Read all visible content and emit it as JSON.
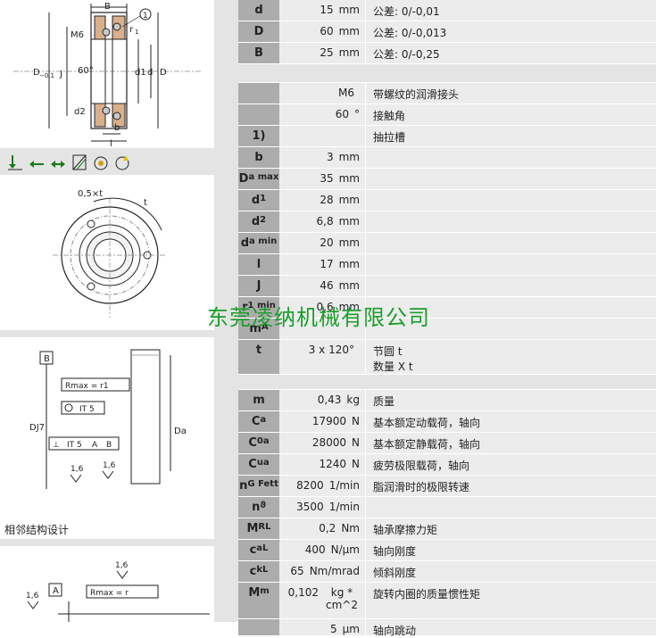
{
  "drawings": {
    "bearing_labels": {
      "B": "B",
      "callout": "1",
      "M6": "M6",
      "r1": "r",
      "r1_sub": "1",
      "D_tol": "D",
      "D_tol_sub": "−0,1",
      "J": "J",
      "angle": "60°",
      "d1": "d1",
      "d": "d",
      "D": "D",
      "d2": "d2",
      "b": "b",
      "l": "l"
    },
    "load_icons": [
      "Fr",
      "Fa",
      "Fa"
    ],
    "flange_labels": {
      "half_t": "0,5×t",
      "t": "t"
    },
    "housing_labels": {
      "datum_B": "B",
      "rmax": "Rmax = r1",
      "circ_tol": "IT 5",
      "DJ7": "DJ7",
      "Da": "Da",
      "perp_tol": "IT 5",
      "perp_A": "A",
      "perp_B": "B",
      "rough1": "1,6",
      "rough2": "1,6"
    },
    "caption": "相邻结构设计",
    "shaft_labels": {
      "rough": "1,6",
      "rough2": "1,6",
      "datum_A": "A",
      "rmax": "Rmax = r"
    }
  },
  "watermark": "东莞凌纳机械有限公司",
  "rows": [
    {
      "key": "d",
      "value": "15",
      "unit": "mm",
      "desc": "公差: 0/-0,01"
    },
    {
      "key": "D",
      "value": "60",
      "unit": "mm",
      "desc": "公差: 0/-0,013"
    },
    {
      "key": "B",
      "value": "25",
      "unit": "mm",
      "desc": "公差: 0/-0,25"
    },
    {
      "blank": true
    },
    {
      "key": "",
      "value": "M6",
      "unit": "",
      "desc": "带螺纹的润滑接头"
    },
    {
      "key": "",
      "value": "60",
      "unit": "°",
      "desc": "接触角"
    },
    {
      "key": "1)",
      "value": "",
      "unit": "",
      "desc": "抽拉槽"
    },
    {
      "key": "b",
      "value": "3",
      "unit": "mm",
      "desc": ""
    },
    {
      "key": "D",
      "sub": "a max",
      "value": "35",
      "unit": "mm",
      "desc": ""
    },
    {
      "key": "d",
      "sub": "1",
      "value": "28",
      "unit": "mm",
      "desc": ""
    },
    {
      "key": "d",
      "sub": "2",
      "value": "6,8",
      "unit": "mm",
      "desc": ""
    },
    {
      "key": "d",
      "sub": "a min",
      "value": "20",
      "unit": "mm",
      "desc": ""
    },
    {
      "key": "l",
      "value": "17",
      "unit": "mm",
      "desc": ""
    },
    {
      "key": "J",
      "value": "46",
      "unit": "mm",
      "desc": ""
    },
    {
      "key": "r",
      "sub": "1 min",
      "value": "0,6",
      "unit": "mm",
      "desc": ""
    },
    {
      "key": "m",
      "sub": "A",
      "value": "",
      "unit": "",
      "desc": ""
    },
    {
      "key": "t",
      "value": "3 x 120°",
      "unit": "",
      "desc": "节圆 t\n数量 X t",
      "tall": true
    },
    {
      "blank": true
    },
    {
      "key": "m",
      "value": "0,43",
      "unit": "kg",
      "desc": "质量"
    },
    {
      "key": "C",
      "sub": "a",
      "value": "17900",
      "unit": "N",
      "desc": "基本额定动载荷，轴向"
    },
    {
      "key": "C",
      "sub": "0a",
      "value": "28000",
      "unit": "N",
      "desc": "基本额定静载荷，轴向"
    },
    {
      "key": "C",
      "sub": "ua",
      "value": "1240",
      "unit": "N",
      "desc": "疲劳极限载荷，轴向"
    },
    {
      "key": "n",
      "sub": "G Fett",
      "value": "8200",
      "unit": "1/min",
      "desc": "脂润滑时的极限转速"
    },
    {
      "key": "n",
      "sub": "ϑ",
      "value": "3500",
      "unit": "1/min",
      "desc": ""
    },
    {
      "key": "M",
      "sub": "RL",
      "value": "0,2",
      "unit": "Nm",
      "desc": "轴承摩擦力矩"
    },
    {
      "key": "c",
      "sub": "aL",
      "value": "400",
      "unit": "N/µm",
      "desc": "轴向刚度"
    },
    {
      "key": "c",
      "sub": "kL",
      "value": "65",
      "unit": "Nm/mrad",
      "desc": "倾斜刚度"
    },
    {
      "key": "M",
      "sub": "m",
      "value": "0,102",
      "unit": "kg * cm^2",
      "desc": "旋转内圈的质量惯性矩",
      "tall": true
    },
    {
      "key": "",
      "value": "5",
      "unit": "µm",
      "desc": "轴向跳动"
    }
  ]
}
